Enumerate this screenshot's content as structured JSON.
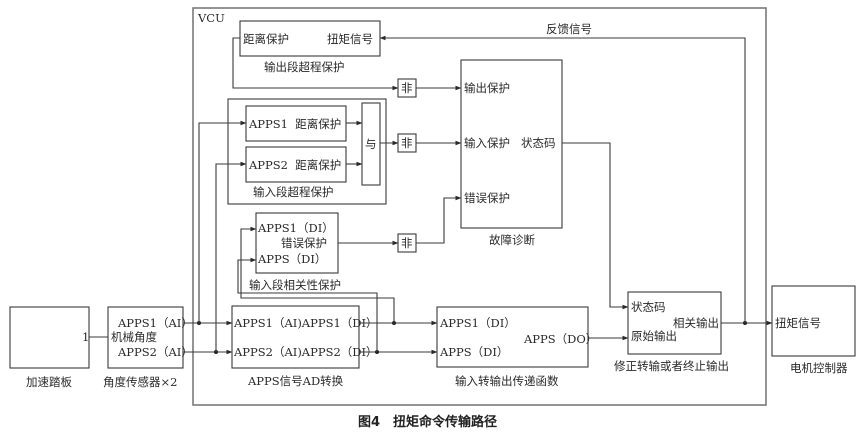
{
  "figure": {
    "caption": "图4　扭矩命令传输路径",
    "vcu_label": "VCU"
  },
  "blocks": {
    "pedal": {
      "label": "加速踏板",
      "port": "1"
    },
    "sensor": {
      "label": "角度传感器×2",
      "out1": "APPS1（AI）",
      "mid": "机械角度",
      "out2": "APPS2（AI）"
    },
    "adconv": {
      "label": "APPS信号AD转换",
      "row1": "APPS1（AI)APPS1（DI）",
      "row2": "APPS2（AI)APPS2（DI）"
    },
    "transfer": {
      "label": "输入转输出传递函数",
      "in1": "APPS1（DI）",
      "in2": "APPS（DI）",
      "out": "APPS（DO）"
    },
    "correct": {
      "label": "修正转输或者终止输出",
      "in1": "状态码",
      "in2": "原始输出",
      "out": "相关输出"
    },
    "motor": {
      "label": "电机控制器",
      "in": "扭矩信号"
    },
    "output_overrun": {
      "label": "输出段超程保护",
      "left": "距离保护",
      "right": "扭矩信号"
    },
    "input_overrun": {
      "label": "输入段超程保护",
      "sub1": "APPS1  距离保护",
      "sub2": "APPS2  距离保护",
      "and_gate": "与"
    },
    "correlation": {
      "label": "输入段相关性保护",
      "line1": "APPS1（DI）",
      "line2": "错误保护",
      "line3": "APPS（DI）"
    },
    "fault": {
      "label": "故障诊断",
      "in1": "输出保护",
      "in2": "输入保护",
      "in3": "错误保护",
      "out": "状态码"
    },
    "not_gates": [
      "非",
      "非",
      "非"
    ]
  },
  "signals": {
    "feedback": "反馈信号"
  }
}
